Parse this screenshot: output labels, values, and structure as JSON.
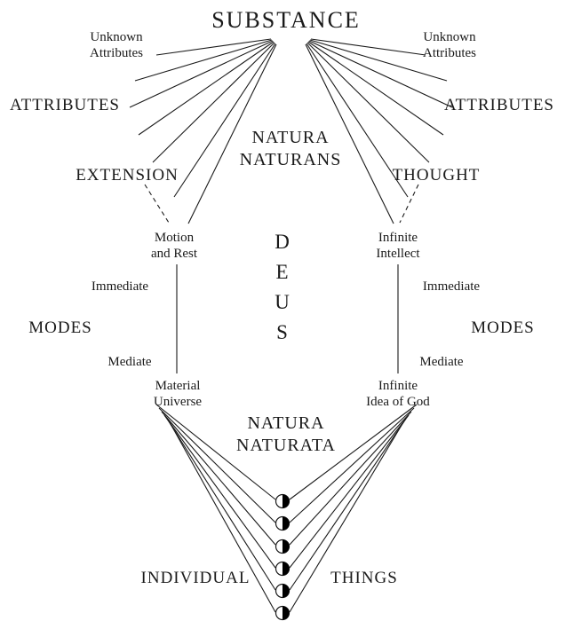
{
  "colors": {
    "line": "#1a1a1a",
    "background": "#ffffff"
  },
  "nodes": {
    "substance": "SUBSTANCE",
    "unknown_left_1": "Unknown",
    "unknown_left_2": "Attributes",
    "unknown_right_1": "Unknown",
    "unknown_right_2": "Attributes",
    "attributes_left": "ATTRIBUTES",
    "attributes_right": "ATTRIBUTES",
    "natura_naturans_1": "NATURA",
    "natura_naturans_2": "NATURANS",
    "extension": "EXTENSION",
    "thought": "THOUGHT",
    "motion_1": "Motion",
    "motion_2": "and Rest",
    "infinite_intellect_1": "Infinite",
    "infinite_intellect_2": "Intellect",
    "deus_1": "D",
    "deus_2": "E",
    "deus_3": "U",
    "deus_4": "S",
    "immediate_left": "Immediate",
    "immediate_right": "Immediate",
    "modes_left": "MODES",
    "modes_right": "MODES",
    "mediate_left": "Mediate",
    "mediate_right": "Mediate",
    "material_universe_1": "Material",
    "material_universe_2": "Universe",
    "infinite_idea_1": "Infinite",
    "infinite_idea_2": "Idea of God",
    "natura_naturata_1": "NATURA",
    "natura_naturata_2": "NATURATA",
    "individual": "INDIVIDUAL",
    "things": "THINGS"
  }
}
